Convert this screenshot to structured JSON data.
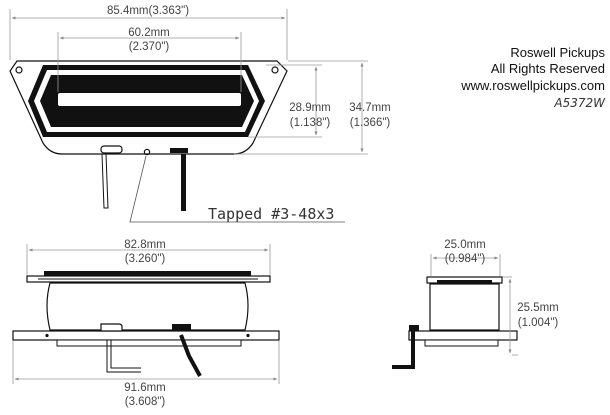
{
  "info": {
    "company": "Roswell Pickups",
    "rights": "All Rights Reserved",
    "website": "www.roswellpickups.com",
    "part_number": "A5372W"
  },
  "top_view": {
    "overall_width": "85.4mm(3.363\")",
    "cover_width_mm": "60.2mm",
    "cover_width_in": "(2.370\")",
    "inner_height_mm": "28.9mm",
    "inner_height_in": "(1.138\")",
    "outer_height_mm": "34.7mm",
    "outer_height_in": "(1.366\")",
    "tap_note": "Tapped #3-48x3"
  },
  "side_view": {
    "top_width_mm": "82.8mm",
    "top_width_in": "(3.260\")",
    "base_width_mm": "91.6mm",
    "base_width_in": "(3.608\")"
  },
  "end_view": {
    "width_mm": "25.0mm",
    "width_in": "(0.984\")",
    "height_mm": "25.5mm",
    "height_in": "(1.004\")"
  }
}
